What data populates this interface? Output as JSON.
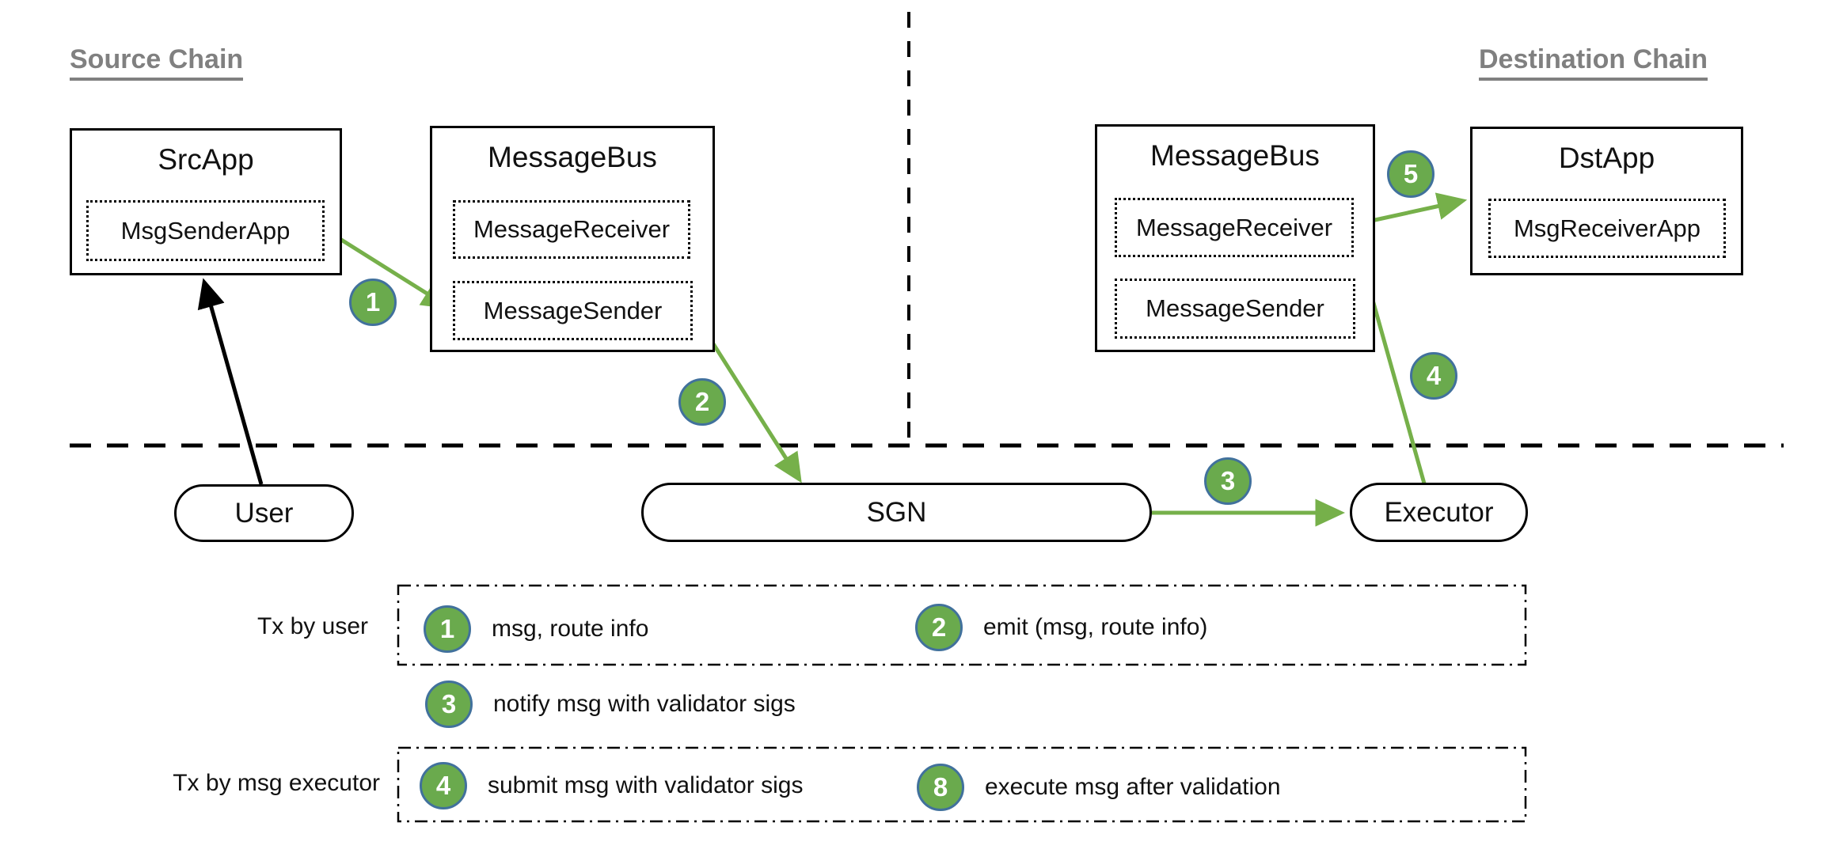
{
  "colors": {
    "accent_green": "#6aaa4d",
    "arrow_green": "#76b04a",
    "circle_border": "#41719c",
    "heading_gray": "#808080",
    "line_black": "#000000"
  },
  "headings": {
    "source_chain": "Source Chain",
    "destination_chain": "Destination Chain"
  },
  "nodes": {
    "src_app": {
      "title": "SrcApp",
      "children": [
        "MsgSenderApp"
      ]
    },
    "message_bus_src": {
      "title": "MessageBus",
      "children": [
        "MessageReceiver",
        "MessageSender"
      ]
    },
    "message_bus_dst": {
      "title": "MessageBus",
      "children": [
        "MessageReceiver",
        "MessageSender"
      ]
    },
    "dst_app": {
      "title": "DstApp",
      "children": [
        "MsgReceiverApp"
      ]
    },
    "user": {
      "label": "User"
    },
    "sgn": {
      "label": "SGN"
    },
    "executor": {
      "label": "Executor"
    }
  },
  "badges": {
    "b1": "1",
    "b2": "2",
    "b3": "3",
    "b4": "4",
    "b5": "5"
  },
  "edges": [
    {
      "from": "User",
      "to": "SrcApp",
      "color": "black",
      "step": ""
    },
    {
      "from": "MsgSenderApp",
      "to": "MessageSender (source MessageBus)",
      "color": "green",
      "step": "1"
    },
    {
      "from": "MessageSender (source MessageBus)",
      "to": "SGN",
      "color": "green",
      "step": "2"
    },
    {
      "from": "SGN",
      "to": "Executor",
      "color": "green",
      "step": "3"
    },
    {
      "from": "Executor",
      "to": "MessageReceiver (destination MessageBus)",
      "color": "green",
      "step": "4"
    },
    {
      "from": "MessageReceiver (destination MessageBus)",
      "to": "DstApp",
      "color": "green",
      "step": "5"
    }
  ],
  "legend": {
    "rows": [
      {
        "label": "Tx by user",
        "items": [
          {
            "num": "1",
            "text": "msg, route info"
          },
          {
            "num": "2",
            "text": "emit (msg, route info)"
          }
        ]
      },
      {
        "label": "",
        "items": [
          {
            "num": "3",
            "text": "notify msg with validator sigs"
          }
        ]
      },
      {
        "label": "Tx by msg executor",
        "items": [
          {
            "num": "4",
            "text": "submit msg with validator sigs"
          },
          {
            "num": "8",
            "text": "execute msg after validation"
          }
        ]
      }
    ]
  }
}
